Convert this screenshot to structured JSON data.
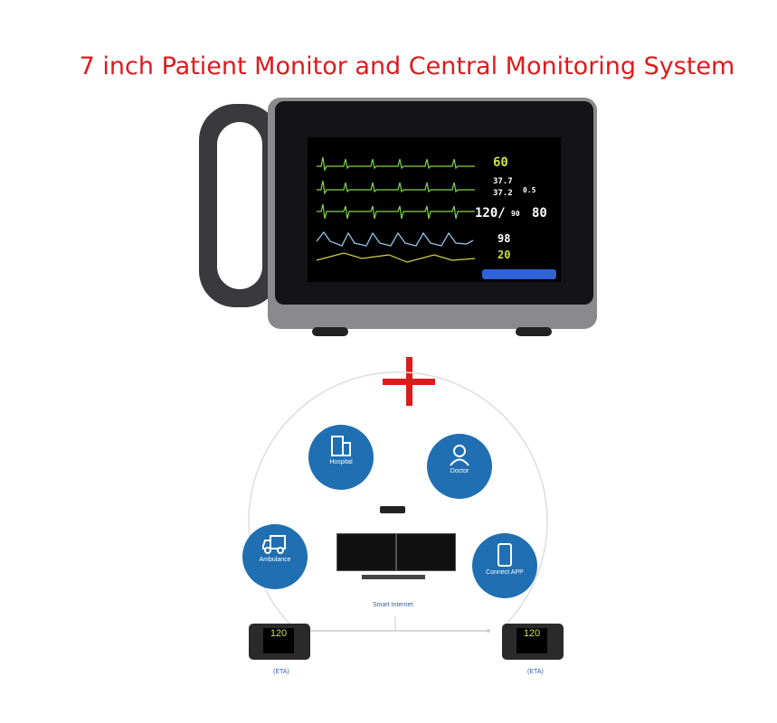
{
  "title": "7 inch Patient Monitor and Central Monitoring System",
  "monitor": {
    "hr": "60",
    "temp1": "37.7",
    "temp2": "37.2",
    "temp_diff": "0.5",
    "nibp": "120/",
    "nibp_dia": "90",
    "nibp_map": "80",
    "spo2": "98",
    "resp": "20",
    "colors": {
      "ecg": "#7fd64a",
      "pleth": "#8fc4e8",
      "resp": "#d4d24a",
      "button": "#2f63d6"
    }
  },
  "diagram": {
    "nodes": [
      "Hospital",
      "Doctor",
      "Ambulance",
      "Connect APP"
    ],
    "center_label": "Smart Internet",
    "small_monitor_value": "120",
    "eta_left": "(ETA)",
    "eta_right": "(ETA)",
    "accent": "#1f6fb2"
  }
}
